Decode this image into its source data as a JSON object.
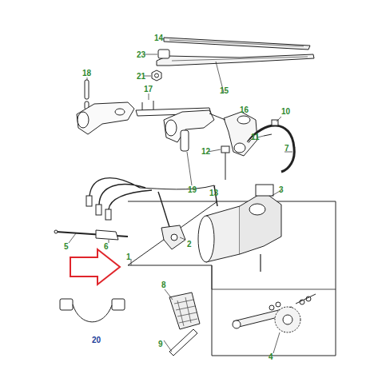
{
  "diagram": {
    "labels": [
      "14",
      "23",
      "21",
      "18",
      "17",
      "15",
      "10",
      "16",
      "11",
      "7",
      "12",
      "19",
      "13",
      "3",
      "5",
      "6",
      "2",
      "1",
      "8",
      "20",
      "9",
      "4"
    ]
  }
}
